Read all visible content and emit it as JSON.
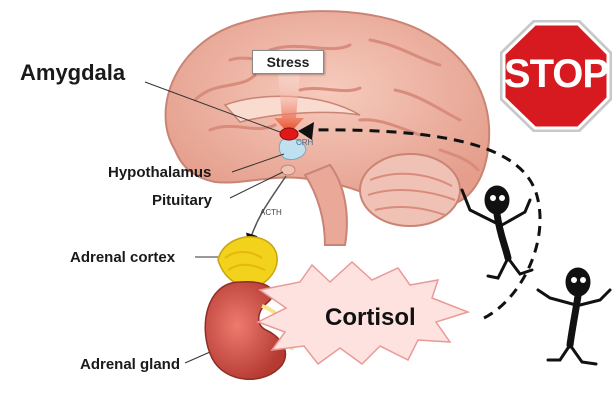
{
  "labels": {
    "amygdala": "Amygdala",
    "stress": "Stress",
    "crh": "CRH",
    "hypothalamus": "Hypothalamus",
    "pituitary": "Pituitary",
    "acth": "ACTH",
    "adrenal_cortex": "Adrenal cortex",
    "cortisol": "Cortisol",
    "adrenal_gland": "Adrenal gland",
    "stop": "STOP"
  },
  "colors": {
    "brain": "#f2b8a8",
    "brain_fold": "#d98c7c",
    "amygdala_dot": "#e01818",
    "stress_arrow": "#e8401a",
    "cortex": "#f2d21a",
    "kidney": "#d9574c",
    "burst_fill": "#fde2e0",
    "stop_sign": "#d71920"
  },
  "icons": [
    "stop-sign-icon",
    "stick-figure-icon",
    "dashed-feedback-arrow"
  ]
}
